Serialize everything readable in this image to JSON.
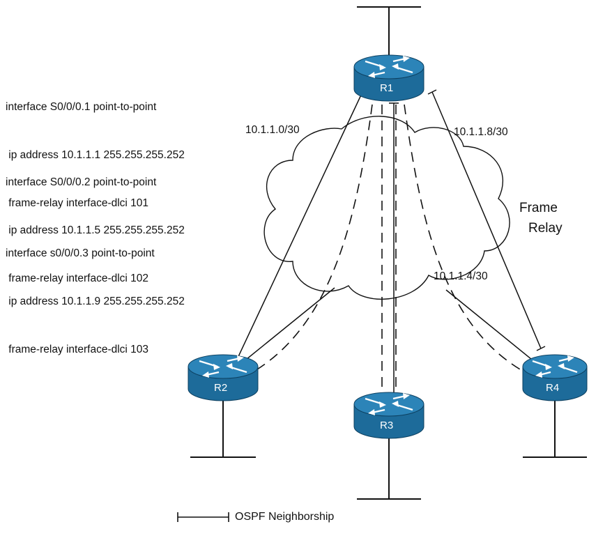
{
  "config": {
    "block1": [
      "interface S0/0/0.1 point-to-point",
      " ip address 10.1.1.1 255.255.255.252",
      " frame-relay interface-dlci 101"
    ],
    "block2": [
      "interface S0/0/0.2 point-to-point",
      " ip address 10.1.1.5 255.255.255.252",
      " frame-relay interface-dlci 102"
    ],
    "block3": [
      "interface s0/0/0.3 point-to-point",
      " ip address 10.1.1.9 255.255.255.252",
      " frame-relay interface-dlci 103"
    ]
  },
  "routers": {
    "r1": "R1",
    "r2": "R2",
    "r3": "R3",
    "r4": "R4"
  },
  "subnets": {
    "r1_r2": "10.1.1.0/30",
    "r1_r4": "10.1.1.8/30",
    "r1_r3": "10.1.1.4/30"
  },
  "cloud": {
    "line1": "Frame",
    "line2": "Relay"
  },
  "legend": {
    "label": "OSPF Neighborship"
  },
  "colors": {
    "router_fill": "#1d6b9a",
    "router_top": "#2c84b8",
    "line": "#111111"
  }
}
